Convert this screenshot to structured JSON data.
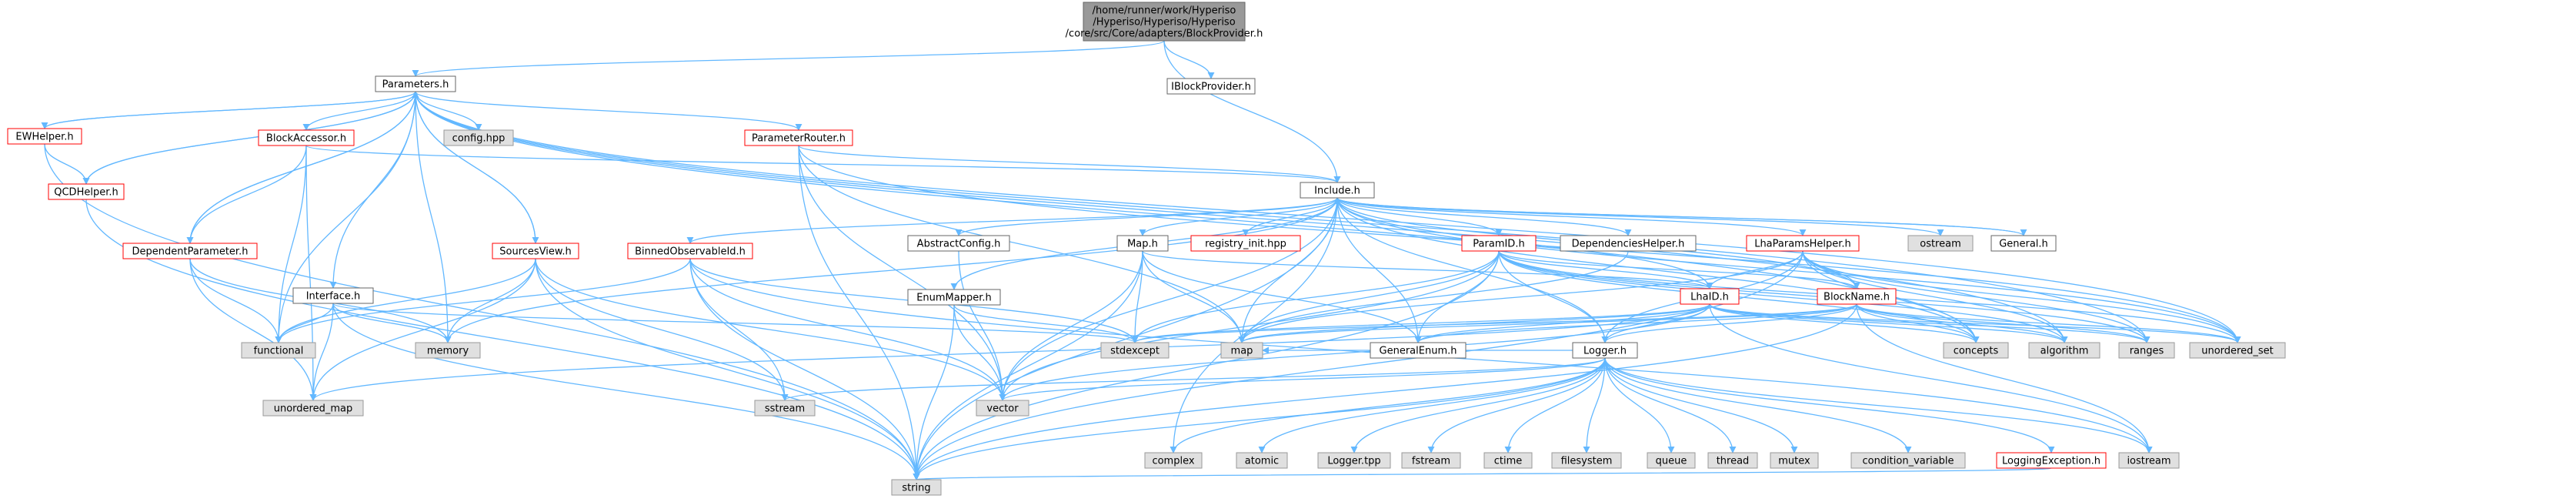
{
  "colors": {
    "edge": "#63b8ff",
    "box_border": "#666666",
    "box_fill": "#ffffff",
    "external_fill": "#e0e0e0",
    "external_border": "#999999",
    "current_fill": "#999999",
    "red_border": "#ff0000"
  },
  "nodes": {
    "blockprovider": [
      "/home/runner/work/Hyperiso",
      "/Hyperiso/Hyperiso/Hyperiso",
      "/core/src/Core/adapters/BlockProvider.h"
    ],
    "parameters": "Parameters.h",
    "iblockprovider": "IBlockProvider.h",
    "ewhelper": "EWHelper.h",
    "qcdhelper": "QCDHelper.h",
    "blockaccessor": "BlockAccessor.h",
    "config": "config.hpp",
    "parameterrouter": "ParameterRouter.h",
    "include": "Include.h",
    "dependentparameter": "DependentParameter.h",
    "interface": "Interface.h",
    "sourcesview": "SourcesView.h",
    "binnedobservable": "BinnedObservableId.h",
    "abstractconfig": "AbstractConfig.h",
    "map_h": "Map.h",
    "registry": "registry_init.hpp",
    "enummapper": "EnumMapper.h",
    "paramid": "ParamID.h",
    "dependencieshelper": "DependenciesHelper.h",
    "lhaparamshelper": "LhaParamsHelper.h",
    "ostream": "ostream",
    "general": "General.h",
    "lhaid": "LhaID.h",
    "blockname": "BlockName.h",
    "generalenum": "GeneralEnum.h",
    "logger": "Logger.h",
    "functional": "functional",
    "memory": "memory",
    "unordered_map": "unordered_map",
    "sstream": "sstream",
    "stdexcept": "stdexcept",
    "map": "map",
    "vector": "vector",
    "complex": "complex",
    "atomic": "atomic",
    "loggertpp": "Logger.tpp",
    "fstream": "fstream",
    "ctime": "ctime",
    "filesystem": "filesystem",
    "queue": "queue",
    "thread": "thread",
    "mutex": "mutex",
    "condition_variable": "condition_variable",
    "loggingexception": "LoggingException.h",
    "iostream": "iostream",
    "string": "string",
    "concepts": "concepts",
    "algorithm": "algorithm",
    "ranges": "ranges",
    "unordered_set": "unordered_set"
  }
}
